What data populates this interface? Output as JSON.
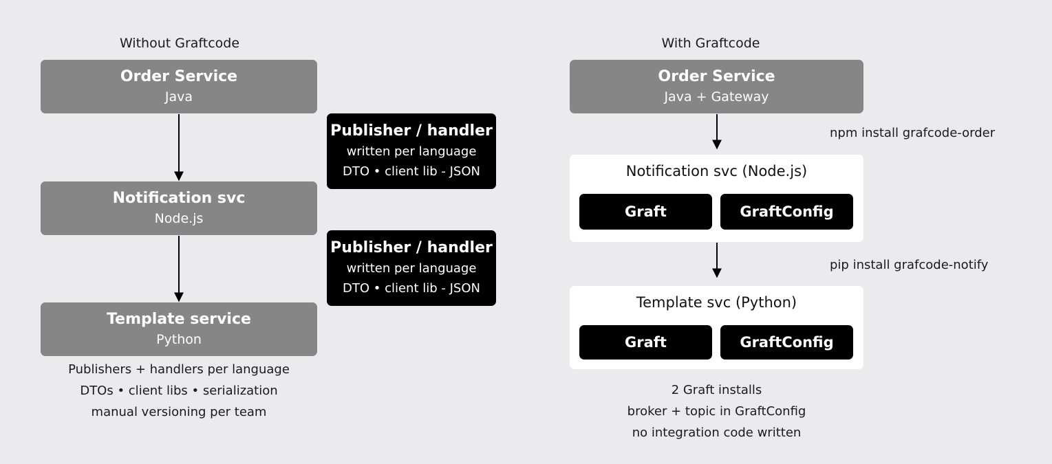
{
  "left": {
    "heading": "Without Graftcode",
    "order": {
      "title": "Order Service",
      "sub": "Java"
    },
    "notification": {
      "title": "Notification svc",
      "sub": "Node.js"
    },
    "template": {
      "title": "Template service",
      "sub": "Python"
    },
    "notes": [
      "Publishers + handlers per language",
      "DTOs • client libs • serialization",
      "manual versioning per team"
    ]
  },
  "middle": {
    "callouts": [
      {
        "title": "Publisher / handler",
        "line1": "written per language",
        "line2": "DTO • client lib - JSON"
      },
      {
        "title": "Publisher / handler",
        "line1": "written per language",
        "line2": "DTO • client lib - JSON"
      }
    ]
  },
  "right": {
    "heading": "With Graftcode",
    "order": {
      "title": "Order Service",
      "sub": "Java + Gateway"
    },
    "npm_cmd": "npm install grafcode-order",
    "notification": {
      "title": "Notification svc (Node.js)",
      "chip1": "Graft",
      "chip2": "GraftConfig"
    },
    "pip_cmd": "pip install grafcode-notify",
    "template": {
      "title": "Template svc (Python)",
      "chip1": "Graft",
      "chip2": "GraftConfig"
    },
    "notes": [
      "2 Graft installs",
      "broker + topic in GraftConfig",
      "no integration code written"
    ]
  },
  "colors": {
    "background": "#ebebed",
    "grey_box": "#868686",
    "black_box": "#000000",
    "white_box": "#ffffff"
  }
}
